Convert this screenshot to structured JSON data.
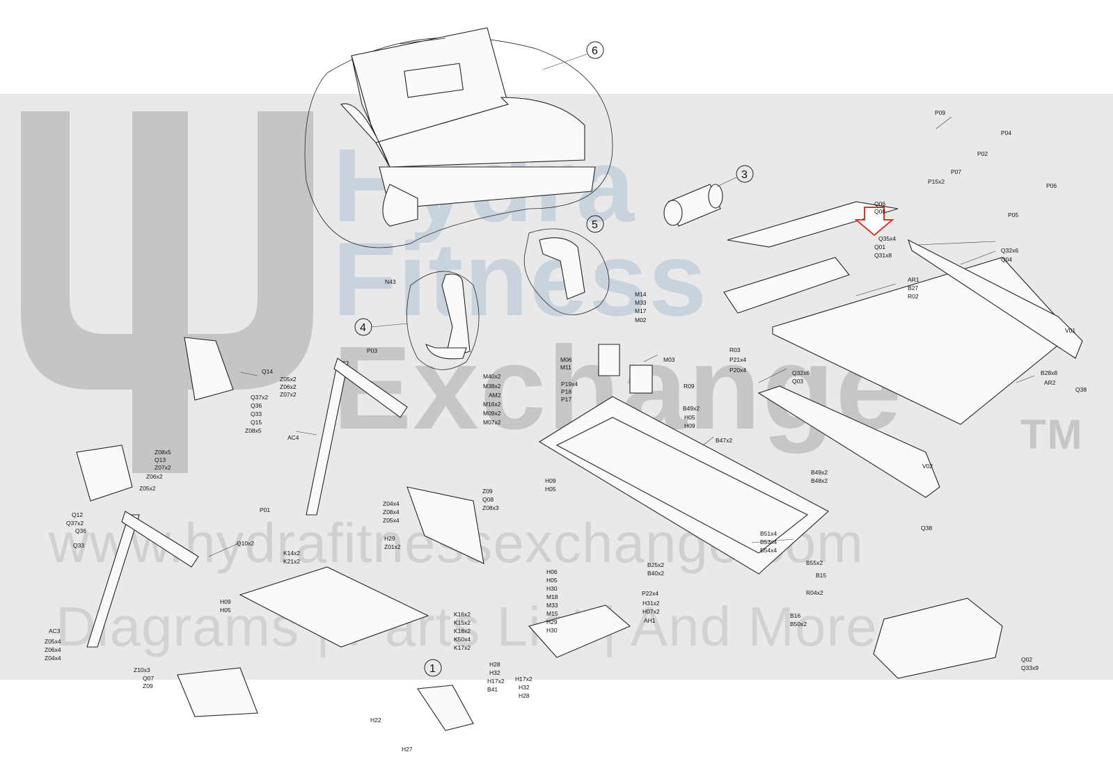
{
  "watermark": {
    "line1": "Hydra",
    "line2": "Fitness",
    "line3": "Exchange",
    "trademark": "TM",
    "url": "www.hydrafitnessexchange.com",
    "tagline": "Diagrams | Parts List | And More"
  },
  "assembly_numbers": [
    "1",
    "3",
    "4",
    "5",
    "6"
  ],
  "labels": {
    "P09": "P09",
    "P04": "P04",
    "P02": "P02",
    "P07": "P07",
    "P15x2": "P15x2",
    "P06": "P06",
    "P05": "P05",
    "Q06": "Q06",
    "Q08": "Q08",
    "Q35x4": "Q35x4",
    "Q01": "Q01",
    "Q31x8": "Q31x8",
    "Q32x6a": "Q32x6",
    "Q04": "Q04",
    "AR1": "AR1",
    "B27": "B27",
    "R02": "R02",
    "V01": "V01",
    "R03": "R03",
    "P21x4": "P21x4",
    "P20x4": "P20x4",
    "Q32x6b": "Q32x6",
    "Q03": "Q03",
    "B28x8": "B28x8",
    "AR2": "AR2",
    "Q38a": "Q38",
    "V02": "V02",
    "Q38b": "Q38",
    "N43": "N43",
    "M14": "M14",
    "M33": "M33",
    "M17": "M17",
    "M02": "M02",
    "M06": "M06",
    "M11": "M11",
    "M03": "M03",
    "M40x2": "M40x2",
    "M38x2": "M38x2",
    "AM2": "AM2",
    "M16x2": "M16x2",
    "M09x2": "M09x2",
    "M07x2": "M07x2",
    "P19x4": "P19x4",
    "P18": "P18",
    "P17": "P17",
    "R09": "R09",
    "B49x2a": "B49x2",
    "H05a": "H05",
    "H09a": "H09",
    "B47x2": "B47x2",
    "B49x2b": "B49x2",
    "B48x2": "B48x2",
    "H09b": "H09",
    "H05b": "H05",
    "B51x4": "B51x4",
    "B53x4": "B53x4",
    "B54x4": "B54x4",
    "B55x2": "B55x2",
    "B15": "B15",
    "R04x2": "R04x2",
    "B25x2": "B25x2",
    "B40x2": "B40x2",
    "P22x4": "P22x4",
    "B16": "B16",
    "B50x2": "B50x2",
    "H06": "H06",
    "H05c": "H05",
    "H30a": "H30",
    "M18": "M18",
    "M33b": "M33",
    "M15": "M15",
    "H29a": "H29",
    "H30b": "H30",
    "H31x2": "H31x2",
    "H07x2": "H07x2",
    "AH1": "AH1",
    "Q02": "Q02",
    "Q33x9": "Q33x9",
    "P03": "P03",
    "Q14": "Q14",
    "Z05x2a": "Z05x2",
    "Z06x2": "Z06x2",
    "Z07x2a": "Z07x2",
    "Q37x2a": "Q37x2",
    "Q36a": "Q36",
    "Q33a": "Q33",
    "Q15": "Q15",
    "Z08x5a": "Z08x5",
    "AC4": "AC4",
    "Z08x5b": "Z08x5",
    "Q13": "Q13",
    "Z07x2b": "Z07x2",
    "Z06x2b": "Z06x2",
    "Z05x2b": "Z05x2",
    "Q12": "Q12",
    "Q37x2b": "Q37x2",
    "Q36b": "Q36",
    "Q33b": "Q33",
    "P01": "P01",
    "Z04x4": "Z04x4",
    "Z08x4": "Z08x4",
    "Z05x4a": "Z05x4",
    "Z09a": "Z09",
    "Q08b": "Q08",
    "Z08x3": "Z08x3",
    "H29b": "H29",
    "Z01x2": "Z01x2",
    "Q10x2": "Q10x2",
    "K14x2": "K14x2",
    "K21x2": "K21x2",
    "H09c": "H09",
    "H05d": "H05",
    "K16x2": "K16x2",
    "K15x2": "K15x2",
    "K18x2": "K18x2",
    "K50x4": "K50x4",
    "K17x2": "K17x2",
    "AC3": "AC3",
    "Z05x4b": "Z05x4",
    "Z06x4": "Z06x4",
    "Z04x4b": "Z04x4",
    "Z10x3": "Z10x3",
    "Q07": "Q07",
    "Z09b": "Z09",
    "H28a": "H28",
    "H32a": "H32",
    "H17x2a": "H17x2",
    "B41": "B41",
    "H17x2b": "H17x2",
    "H32b": "H32",
    "H28b": "H28",
    "H22": "H22",
    "H27": "H27"
  },
  "colors": {
    "highlight_arrow": "#d9342b",
    "watermark_band": "#e9e9e9",
    "line": "#222222"
  }
}
